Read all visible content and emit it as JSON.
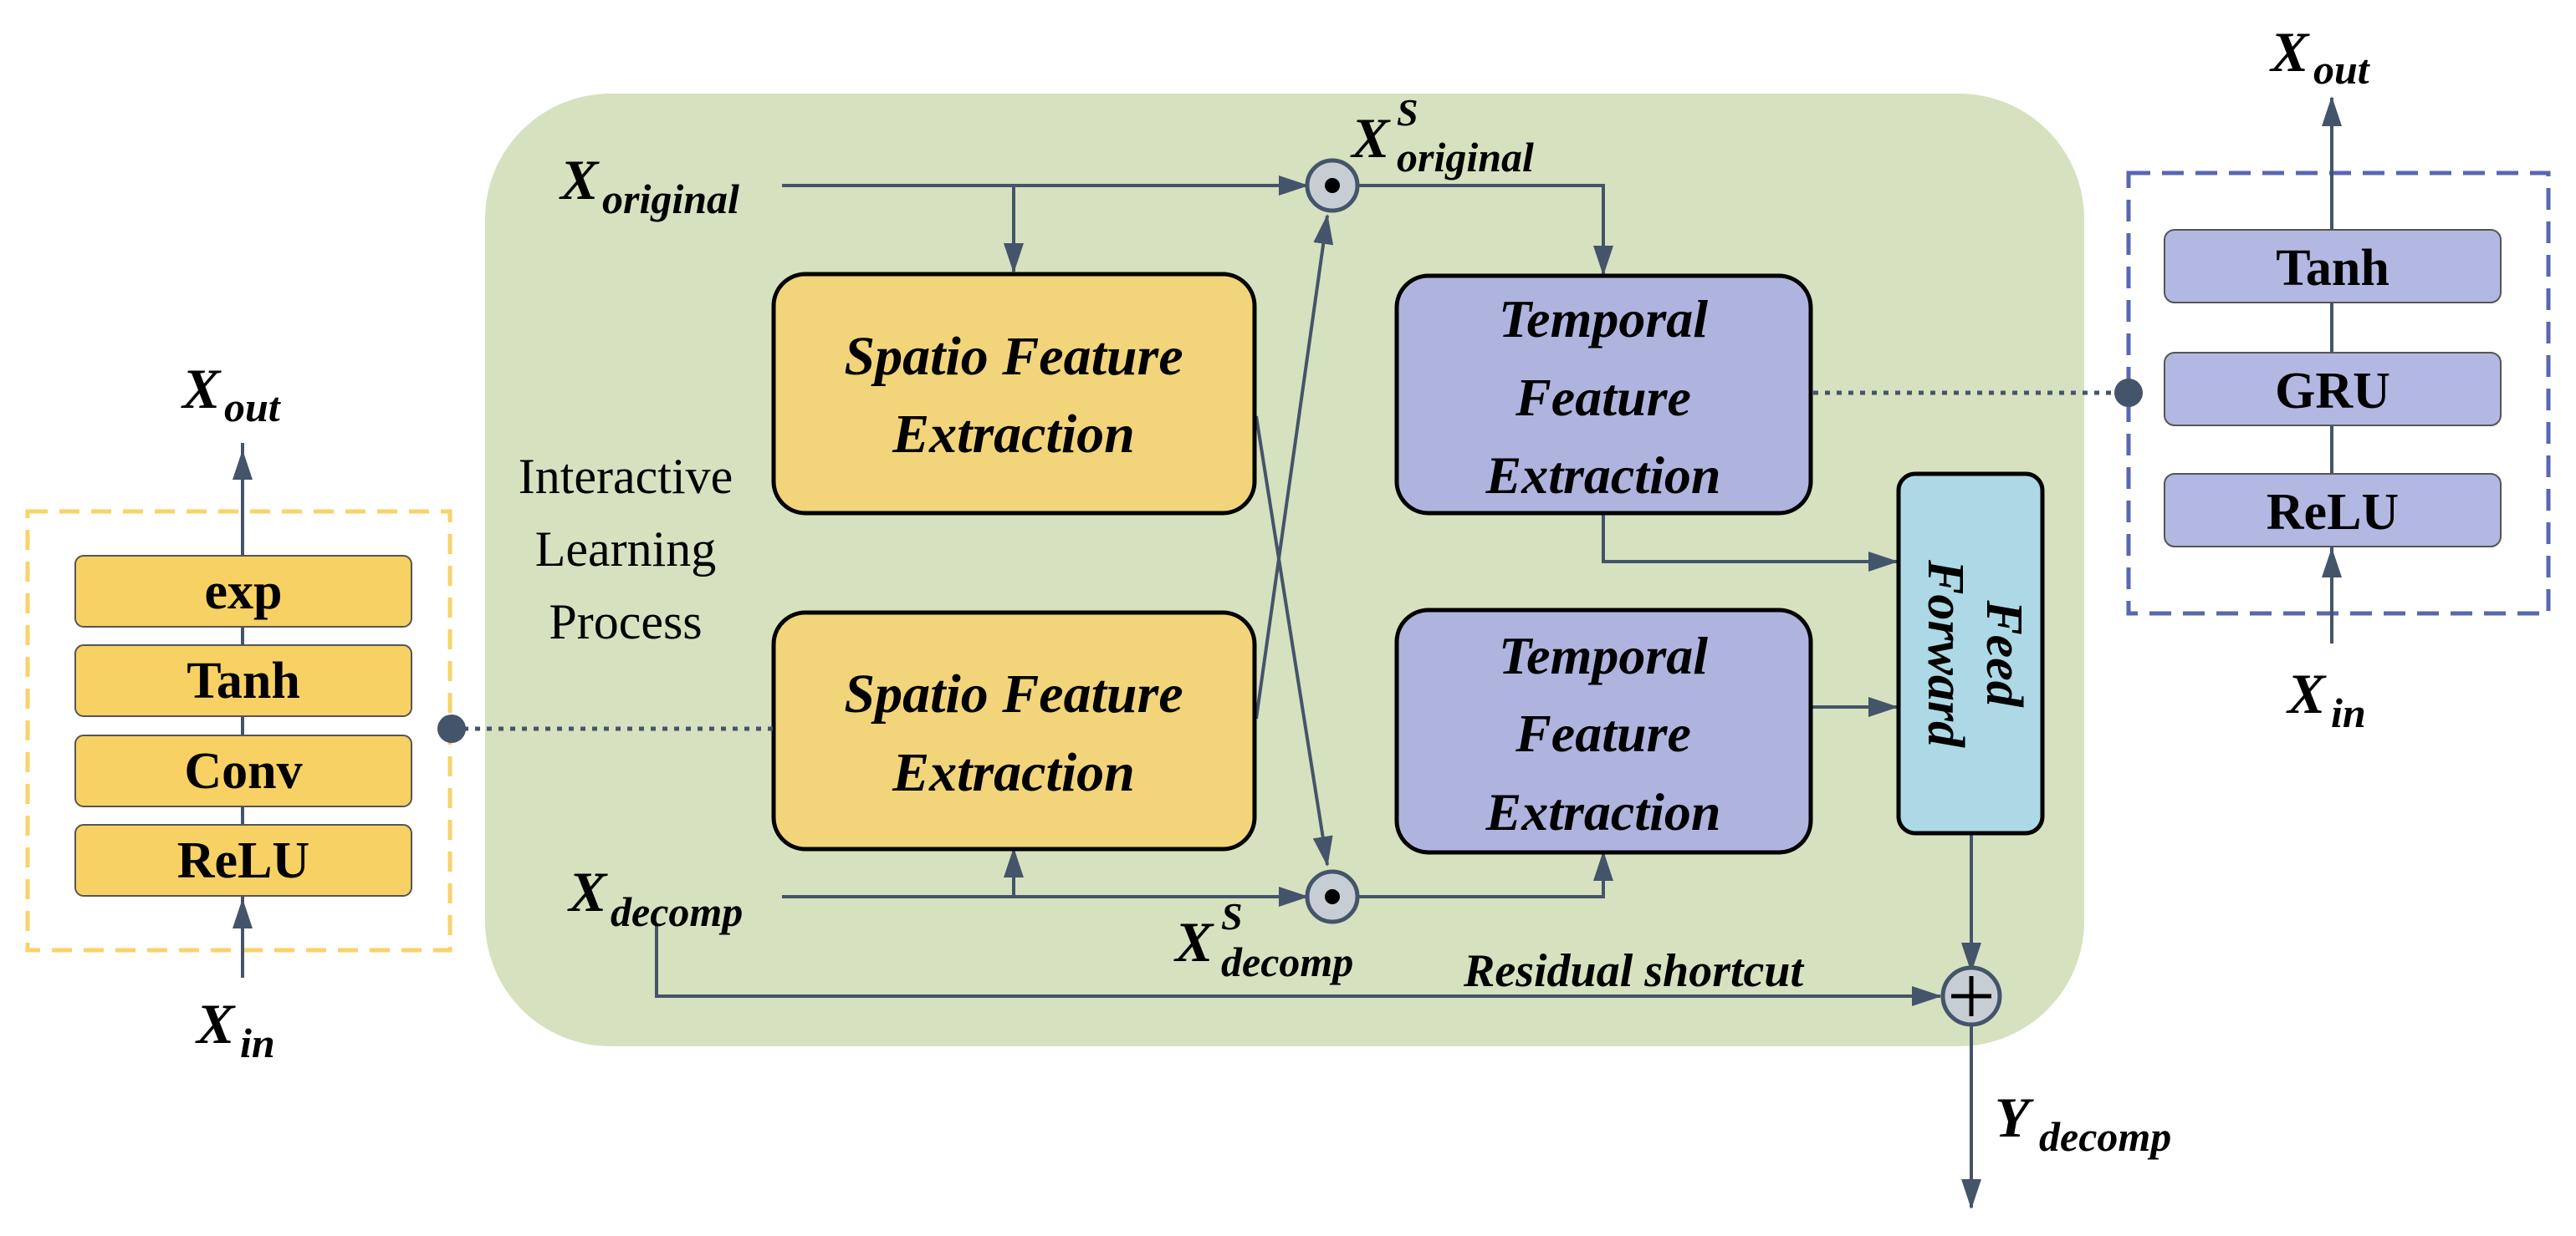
{
  "colors": {
    "background": "#ffffff",
    "main_panel": "#d6e1bf",
    "spatio_box": "#f2d47a",
    "temporal_box": "#aeb4de",
    "feed_forward_box": "#add9e6",
    "left_layer": "#f7d163",
    "right_layer": "#b3b8e2",
    "arrow": "#44546a",
    "left_dashed_border": "#f7d36a",
    "right_dashed_border": "#5867b0"
  },
  "icons": {
    "hadamard": "circle-dot-icon",
    "add": "circle-plus-icon",
    "connector": "filled-dot-icon"
  },
  "labels": {
    "x_original": {
      "base": "X",
      "sub": "original"
    },
    "x_s_original": {
      "base": "X",
      "sup": "S",
      "sub": "original"
    },
    "x_decomp": {
      "base": "X",
      "sub": "decomp"
    },
    "x_s_decomp": {
      "base": "X",
      "sup": "S",
      "sub": "decomp"
    },
    "y_decomp": {
      "base": "Y",
      "sub": "decomp"
    },
    "left_out": {
      "base": "X",
      "sub": "out"
    },
    "left_in": {
      "base": "X",
      "sub": "in"
    },
    "right_out": {
      "base": "X",
      "sub": "out"
    },
    "right_in": {
      "base": "X",
      "sub": "in"
    },
    "residual": "Residual shortcut",
    "interactive": [
      "Interactive",
      "Learning",
      "Process"
    ]
  },
  "boxes": {
    "spatio_top": [
      "Spatio Feature",
      "Extraction"
    ],
    "spatio_bottom": [
      "Spatio Feature",
      "Extraction"
    ],
    "temporal_top": [
      "Temporal",
      "Feature",
      "Extraction"
    ],
    "temporal_bottom": [
      "Temporal",
      "Feature",
      "Extraction"
    ],
    "feed_forward": [
      "Feed",
      "Forward"
    ]
  },
  "left_stack": [
    "exp",
    "Tanh",
    "Conv",
    "ReLU"
  ],
  "right_stack": [
    "Tanh",
    "GRU",
    "ReLU"
  ]
}
